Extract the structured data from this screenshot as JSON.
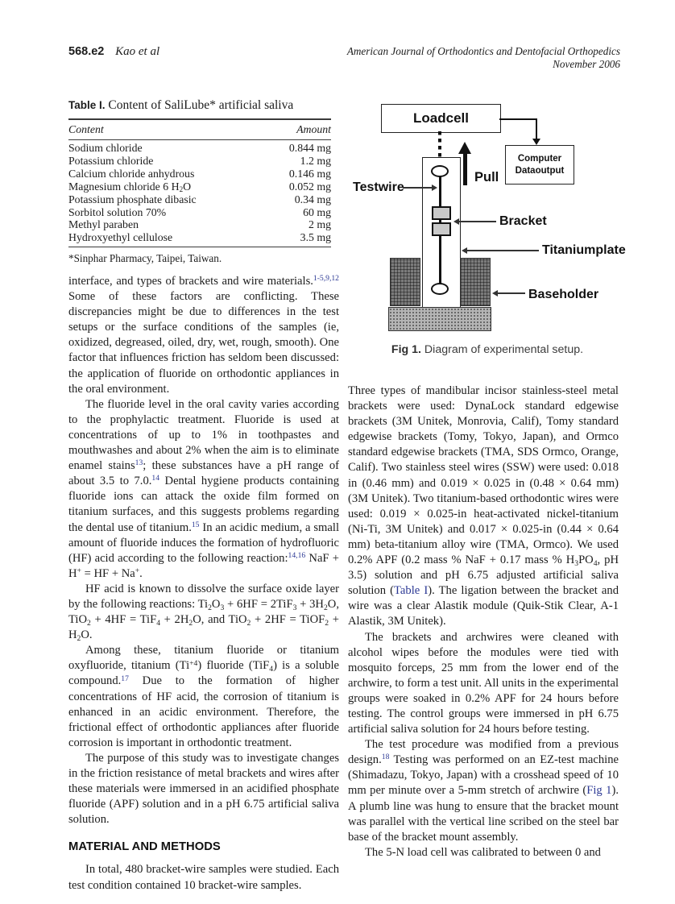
{
  "header": {
    "page_number": "568.e2",
    "authors": "Kao et al",
    "journal_line1": "American Journal of Orthodontics and Dentofacial Orthopedics",
    "journal_line2": "November 2006"
  },
  "colors": {
    "reference_link": "#2b3894",
    "bracket_fill": "#c9c9c9",
    "baseholder_gray": "#7b7b7b"
  },
  "table": {
    "label": "Table I.",
    "title": "Content of SaliLube* artificial saliva",
    "columns": [
      "Content",
      "Amount"
    ],
    "rows": [
      {
        "content": [
          {
            "t": "Sodium chloride"
          }
        ],
        "amount": "0.844 mg"
      },
      {
        "content": [
          {
            "t": "Potassium chloride"
          }
        ],
        "amount": "1.2 mg"
      },
      {
        "content": [
          {
            "t": "Calcium chloride anhydrous"
          }
        ],
        "amount": "0.146 mg"
      },
      {
        "content": [
          {
            "t": "Magnesium chloride 6 H"
          },
          {
            "t": "2",
            "s": "sub"
          },
          {
            "t": "O"
          }
        ],
        "amount": "0.052 mg"
      },
      {
        "content": [
          {
            "t": "Potassium phosphate dibasic"
          }
        ],
        "amount": "0.34 mg"
      },
      {
        "content": [
          {
            "t": "Sorbitol solution 70%"
          }
        ],
        "amount": "60 mg"
      },
      {
        "content": [
          {
            "t": "Methyl paraben"
          }
        ],
        "amount": "2 mg"
      },
      {
        "content": [
          {
            "t": "Hydroxyethyl cellulose"
          }
        ],
        "amount": "3.5 mg"
      }
    ],
    "footnote": "*Sinphar Pharmacy, Taipei, Taiwan."
  },
  "figure": {
    "labels": {
      "loadcell": "Loadcell",
      "computer_line1": "Computer",
      "computer_line2": "Dataoutput",
      "testwire": "Testwire",
      "pull": "Pull",
      "bracket": "Bracket",
      "titaniumplate": "Titaniumplate",
      "baseholder": "Baseholder"
    },
    "caption_label": "Fig 1.",
    "caption_text": "Diagram of experimental setup."
  },
  "left_column": {
    "intro": [
      {
        "indent": false,
        "segments": [
          {
            "t": "interface, and types of brackets and wire materials."
          },
          {
            "t": "1-5,9,12",
            "s": "supref"
          },
          {
            "t": " Some of these factors are conflicting. These discrepancies might be due to differences in the test setups or the surface conditions of the samples (ie, oxidized, degreased, oiled, dry, wet, rough, smooth). One factor that influences friction has seldom been discussed: the application of fluoride on orthodontic appliances in the oral environment."
          }
        ]
      },
      {
        "indent": true,
        "segments": [
          {
            "t": "The fluoride level in the oral cavity varies according to the prophylactic treatment. Fluoride is used at concentrations of up to 1% in toothpastes and mouthwashes and about 2% when the aim is to eliminate enamel stains"
          },
          {
            "t": "13",
            "s": "supref"
          },
          {
            "t": "; these substances have a pH range of about 3.5 to 7.0."
          },
          {
            "t": "14",
            "s": "supref"
          },
          {
            "t": " Dental hygiene products containing fluoride ions can attack the oxide film formed on titanium surfaces, and this suggests problems regarding the dental use of titanium."
          },
          {
            "t": "15",
            "s": "supref"
          },
          {
            "t": " In an acidic medium, a small amount of fluoride induces the formation of hydrofluoric (HF) acid according to the following reaction:"
          },
          {
            "t": "14,16",
            "s": "supref"
          },
          {
            "t": " NaF + H"
          },
          {
            "t": "+",
            "s": "sup"
          },
          {
            "t": " = HF + Na"
          },
          {
            "t": "+",
            "s": "sup"
          },
          {
            "t": "."
          }
        ]
      },
      {
        "indent": true,
        "segments": [
          {
            "t": "HF acid is known to dissolve the surface oxide layer by the following reactions: Ti"
          },
          {
            "t": "2",
            "s": "sub"
          },
          {
            "t": "O"
          },
          {
            "t": "3",
            "s": "sub"
          },
          {
            "t": " + 6HF = 2TiF"
          },
          {
            "t": "3",
            "s": "sub"
          },
          {
            "t": " + 3H"
          },
          {
            "t": "2",
            "s": "sub"
          },
          {
            "t": "O, TiO"
          },
          {
            "t": "2",
            "s": "sub"
          },
          {
            "t": " + 4HF = TiF"
          },
          {
            "t": "4",
            "s": "sub"
          },
          {
            "t": " + 2H"
          },
          {
            "t": "2",
            "s": "sub"
          },
          {
            "t": "O, and TiO"
          },
          {
            "t": "2",
            "s": "sub"
          },
          {
            "t": " + 2HF = TiOF"
          },
          {
            "t": "2",
            "s": "sub"
          },
          {
            "t": " + H"
          },
          {
            "t": "2",
            "s": "sub"
          },
          {
            "t": "O."
          }
        ]
      },
      {
        "indent": true,
        "segments": [
          {
            "t": "Among these, titanium fluoride or titanium oxyfluoride, titanium (Ti"
          },
          {
            "t": "+4",
            "s": "sup"
          },
          {
            "t": ") fluoride (TiF"
          },
          {
            "t": "4",
            "s": "sub"
          },
          {
            "t": ") is a soluble compound."
          },
          {
            "t": "17",
            "s": "supref"
          },
          {
            "t": " Due to the formation of higher concentrations of HF acid, the corrosion of titanium is enhanced in an acidic environment. Therefore, the frictional effect of orthodontic appliances after fluoride corrosion is important in orthodontic treatment."
          }
        ]
      },
      {
        "indent": true,
        "segments": [
          {
            "t": "The purpose of this study was to investigate changes in the friction resistance of metal brackets and wires after these materials were immersed in an acidified phosphate fluoride (APF) solution and in a pH 6.75 artificial saliva solution."
          }
        ]
      }
    ],
    "section_heading": "MATERIAL AND METHODS",
    "methods": [
      {
        "indent": true,
        "segments": [
          {
            "t": "In total, 480 bracket-wire samples were studied. Each test condition contained 10 bracket-wire samples."
          }
        ]
      }
    ]
  },
  "right_column": {
    "paragraphs": [
      {
        "indent": false,
        "segments": [
          {
            "t": "Three types of mandibular incisor stainless-steel metal brackets were used: DynaLock standard edgewise brackets (3M Unitek, Monrovia, Calif), Tomy standard edgewise brackets (Tomy, Tokyo, Japan), and Ormco standard edgewise brackets (TMA, SDS Ormco, Orange, Calif). Two stainless steel wires (SSW) were used: 0.018 in (0.46 mm) and 0.019 × 0.025 in (0.48 × 0.64 mm) (3M Unitek). Two titanium-based orthodontic wires were used: 0.019 × 0.025-in heat-activated nickel-titanium (Ni-Ti, 3M Unitek) and 0.017 × 0.025-in (0.44 × 0.64 mm) beta-titanium alloy wire (TMA, Ormco). We used 0.2% APF (0.2 mass % NaF + 0.17 mass % H"
          },
          {
            "t": "3",
            "s": "sub"
          },
          {
            "t": "PO"
          },
          {
            "t": "4",
            "s": "sub"
          },
          {
            "t": ", pH 3.5) solution and pH 6.75 adjusted artificial saliva solution ("
          },
          {
            "t": "Table I",
            "s": "ref"
          },
          {
            "t": "). The ligation between the bracket and wire was a clear Alastik module (Quik-Stik Clear, A-1 Alastik, 3M Unitek)."
          }
        ]
      },
      {
        "indent": true,
        "segments": [
          {
            "t": "The brackets and archwires were cleaned with alcohol wipes before the modules were tied with mosquito forceps, 25 mm from the lower end of the archwire, to form a test unit. All units in the experimental groups were soaked in 0.2% APF for 24 hours before testing. The control groups were immersed in pH 6.75 artificial saliva solution for 24 hours before testing."
          }
        ]
      },
      {
        "indent": true,
        "segments": [
          {
            "t": "The test procedure was modified from a previous design."
          },
          {
            "t": "18",
            "s": "supref"
          },
          {
            "t": " Testing was performed on an EZ-test machine (Shimadazu, Tokyo, Japan) with a crosshead speed of 10 mm per minute over a 5-mm stretch of archwire ("
          },
          {
            "t": "Fig 1",
            "s": "ref"
          },
          {
            "t": "). A plumb line was hung to ensure that the bracket mount was parallel with the vertical line scribed on the steel bar base of the bracket mount assembly."
          }
        ]
      },
      {
        "indent": true,
        "segments": [
          {
            "t": "The 5-N load cell was calibrated to between 0 and"
          }
        ]
      }
    ]
  }
}
